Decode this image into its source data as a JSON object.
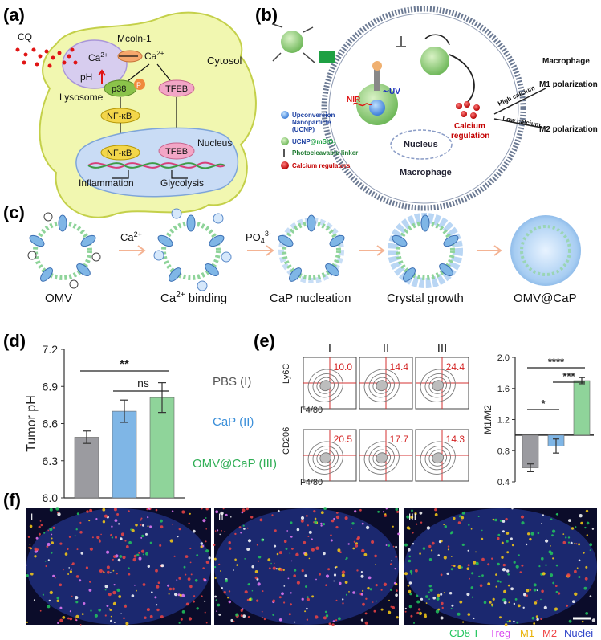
{
  "panels": {
    "a": {
      "label": "(a)",
      "cq": "CQ",
      "ca_lyso": "Ca",
      "ca_sup": "2+",
      "mcoln": "Mcoln-1",
      "ca_cyto": "Ca",
      "ca_cyto_sup": "2+",
      "ph": "pH",
      "lysosome": "Lysosome",
      "cytosol": "Cytosol",
      "p38": "p38",
      "p": "P",
      "tfeb": "TFEB",
      "nfkb": "NF-κB",
      "nucleus": "Nucleus",
      "nfkb_nuc": "NF-κB",
      "tfeb_nuc": "TFEB",
      "inflammation": "Inflammation",
      "glycolysis": "Glycolysis"
    },
    "b": {
      "label": "(b)",
      "nir": "NIR",
      "uv": "UV",
      "nucleus": "Nucleus",
      "macrophage": "Macrophage",
      "calcium_reg_1": "Calcium",
      "calcium_reg_2": "regulation",
      "high_calcium": "High calcium",
      "low_calcium": "Low calcium",
      "macrophage_right": "Macrophage",
      "m1": "M1 polarization",
      "m2": "M2 polarization",
      "legend": {
        "ucnp_1": "Upconversion",
        "ucnp_2": "Nanoparticle",
        "ucnp_3": "(UCNP)",
        "ucnp_msio2_a": "UCNP",
        "ucnp_msio2_b": "@mSiO",
        "ucnp_msio2_c": "2",
        "linker": "Photocleavable linker",
        "regulators": "Calcium regulators"
      }
    },
    "c": {
      "label": "(c)",
      "ca_step": "Ca",
      "ca_step_sup": "2+",
      "po4_step": "PO",
      "po4_sub": "4",
      "po4_sup": "3-",
      "stages": [
        "OMV",
        "Ca²⁺ binding",
        "CaP nucleation",
        "Crystal growth",
        "OMV@CaP"
      ]
    },
    "d": {
      "label": "(d)",
      "sig_wide": "**",
      "sig_narrow": "ns",
      "legend": [
        "PBS (I)",
        "CaP (II)",
        "OMV@CaP (III)"
      ]
    },
    "e": {
      "label": "(e)",
      "col_labels": [
        "I",
        "II",
        "III"
      ],
      "row1_values": [
        "10.0",
        "14.4",
        "24.4"
      ],
      "row2_values": [
        "20.5",
        "17.7",
        "14.3"
      ],
      "ly6c": "Ly6C",
      "cd206": "CD206",
      "f480_1": "F4/80",
      "f480_2": "F4/80",
      "sig": [
        "*",
        "****",
        "***"
      ]
    },
    "f": {
      "label": "(f)",
      "images": [
        "I",
        "II",
        "III"
      ],
      "legend": [
        {
          "text": "CD8 T",
          "color": "#22c55e"
        },
        {
          "text": "Treg",
          "color": "#e879f9"
        },
        {
          "text": "M1",
          "color": "#facc15"
        },
        {
          "text": "M2",
          "color": "#ef4444"
        },
        {
          "text": "Nuclei",
          "color": "#3b4fd8"
        }
      ]
    }
  },
  "chart_data": [
    {
      "type": "bar",
      "panel": "d",
      "ylabel": "Tumor pH",
      "yticks": [
        6.0,
        6.3,
        6.6,
        6.9,
        7.2
      ],
      "ylim": [
        6.0,
        7.2
      ],
      "categories": [
        "PBS (I)",
        "CaP (II)",
        "OMV@CaP (III)"
      ],
      "values": [
        6.49,
        6.7,
        6.81
      ],
      "errors": [
        0.05,
        0.09,
        0.12
      ],
      "colors": [
        "#9b9ba0",
        "#7fb6e6",
        "#8fd49a"
      ]
    },
    {
      "type": "bar",
      "panel": "e",
      "ylabel": "M1/M2",
      "yticks": [
        0.4,
        0.8,
        1.2,
        1.6,
        2.0
      ],
      "ylim": [
        0.4,
        2.0
      ],
      "baseline": 1.0,
      "categories": [
        "I",
        "II",
        "III"
      ],
      "values": [
        0.58,
        0.86,
        1.7
      ],
      "errors": [
        0.05,
        0.09,
        0.04
      ],
      "colors": [
        "#9b9ba0",
        "#7fb6e6",
        "#8fd49a"
      ]
    }
  ]
}
